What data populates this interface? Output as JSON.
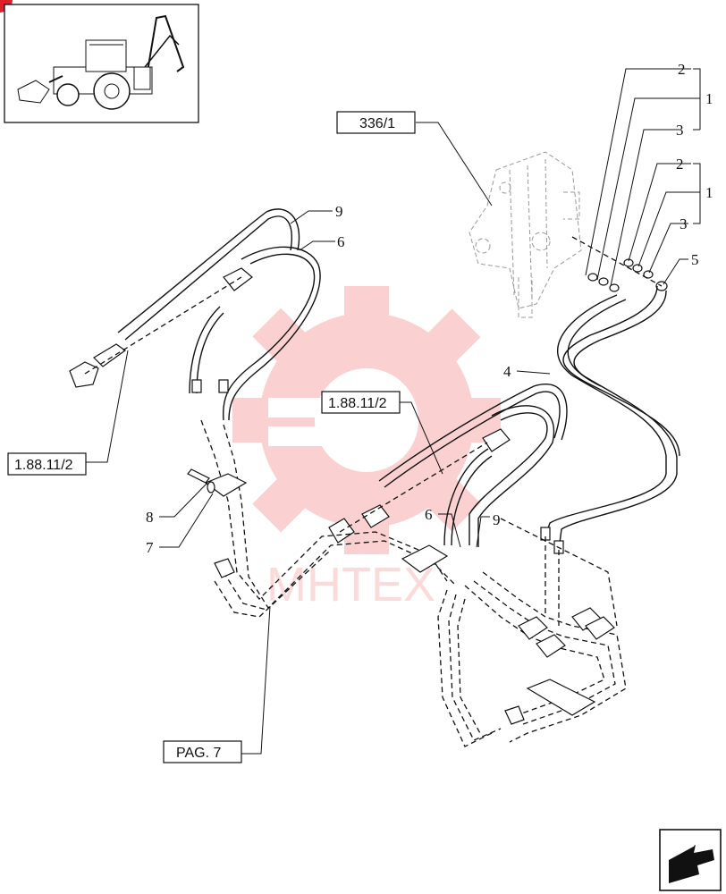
{
  "references": {
    "valve_ref": "336/1",
    "left_ref": "1.88.11/2",
    "center_ref": "1.88.11/2",
    "page_ref": "PAG. 7"
  },
  "callouts": {
    "c2_top": "2",
    "c1_top": "1",
    "c3_top": "3",
    "c2_mid": "2",
    "c1_mid": "1",
    "c3_mid": "3",
    "c5": "5",
    "c4": "4",
    "c9_upper": "9",
    "c6_upper": "6",
    "c8": "8",
    "c7": "7",
    "c6_center": "6",
    "c9_center": "9"
  },
  "watermark": {
    "text": "MHTEX",
    "color": "#f05a5a"
  },
  "icons": {
    "thumbnail": "backhoe-loader-icon",
    "corner_badge": "red-badge-icon",
    "nav_arrow": "next-page-arrow-icon"
  },
  "colors": {
    "line": "#111111",
    "watermark": "#f05a5a",
    "badge": "#e0202a"
  }
}
